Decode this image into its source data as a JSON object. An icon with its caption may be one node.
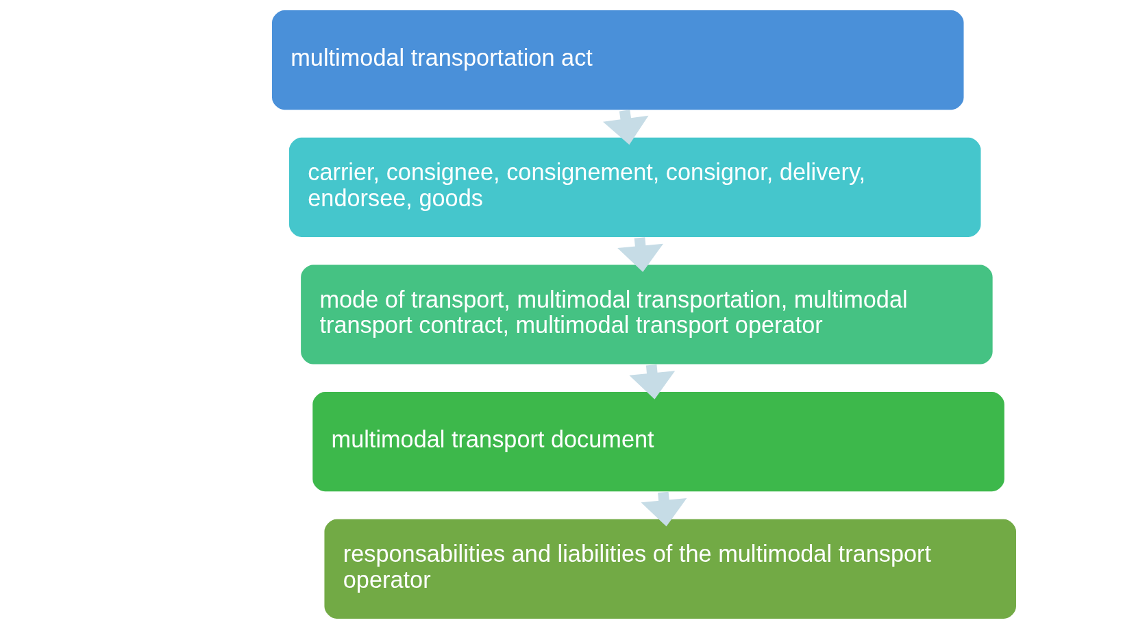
{
  "diagram": {
    "nodes": [
      {
        "text": [
          "multimodal transportation act"
        ]
      },
      {
        "text": [
          "carrier, consignee, consignement, consignor, delivery, endorsee, goods"
        ]
      },
      {
        "text": [
          "mode of transport, multimodal transportation, multimodal transport contract, multimodal transport operator"
        ]
      },
      {
        "text": [
          "multimodal transport document"
        ]
      },
      {
        "text": [
          "responsabilities and liabilities of the multimodal transport operator"
        ]
      }
    ],
    "edges": [
      {
        "from": 0,
        "to": 1,
        "arrow": "to"
      },
      {
        "from": 1,
        "to": 2,
        "arrow": "to"
      },
      {
        "from": 2,
        "to": 3,
        "arrow": "to"
      },
      {
        "from": 3,
        "to": 4,
        "arrow": "to"
      }
    ]
  }
}
